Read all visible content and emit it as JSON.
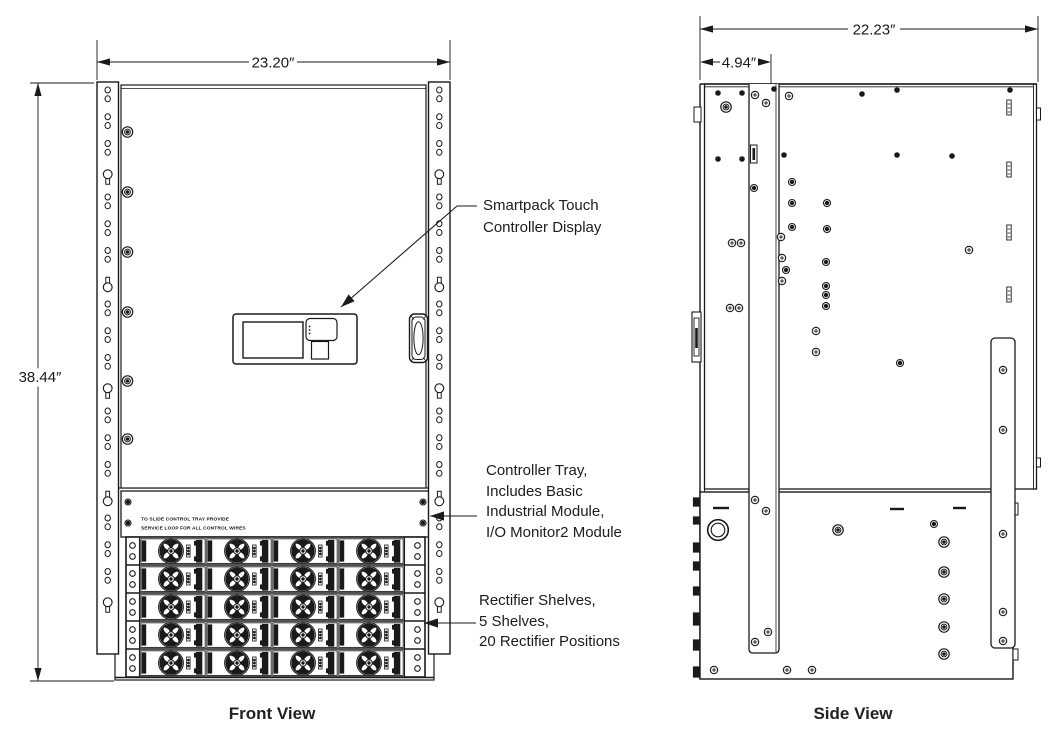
{
  "front": {
    "caption": "Front View",
    "dim_width": "23.20″",
    "dim_height": "38.44″",
    "tray_note": [
      "TO SLIDE CONTROL TRAY PROVIDE",
      "SERVICE LOOP FOR ALL CONTROL WIRES"
    ],
    "callouts": {
      "display": [
        "Smartpack Touch",
        "Controller Display"
      ],
      "tray": [
        "Controller Tray,",
        "Includes Basic",
        "Industrial Module,",
        "I/O Monitor2 Module"
      ],
      "shelves": [
        "Rectifier Shelves,",
        "5 Shelves,",
        "20 Rectifier Positions"
      ]
    },
    "shelves_count": 5,
    "rectifier_positions": 20
  },
  "side": {
    "caption": "Side View",
    "dim_depth": "22.23″",
    "dim_front": "4.94″"
  },
  "colors": {
    "line": "#1a1a1a",
    "background": "#ffffff"
  }
}
